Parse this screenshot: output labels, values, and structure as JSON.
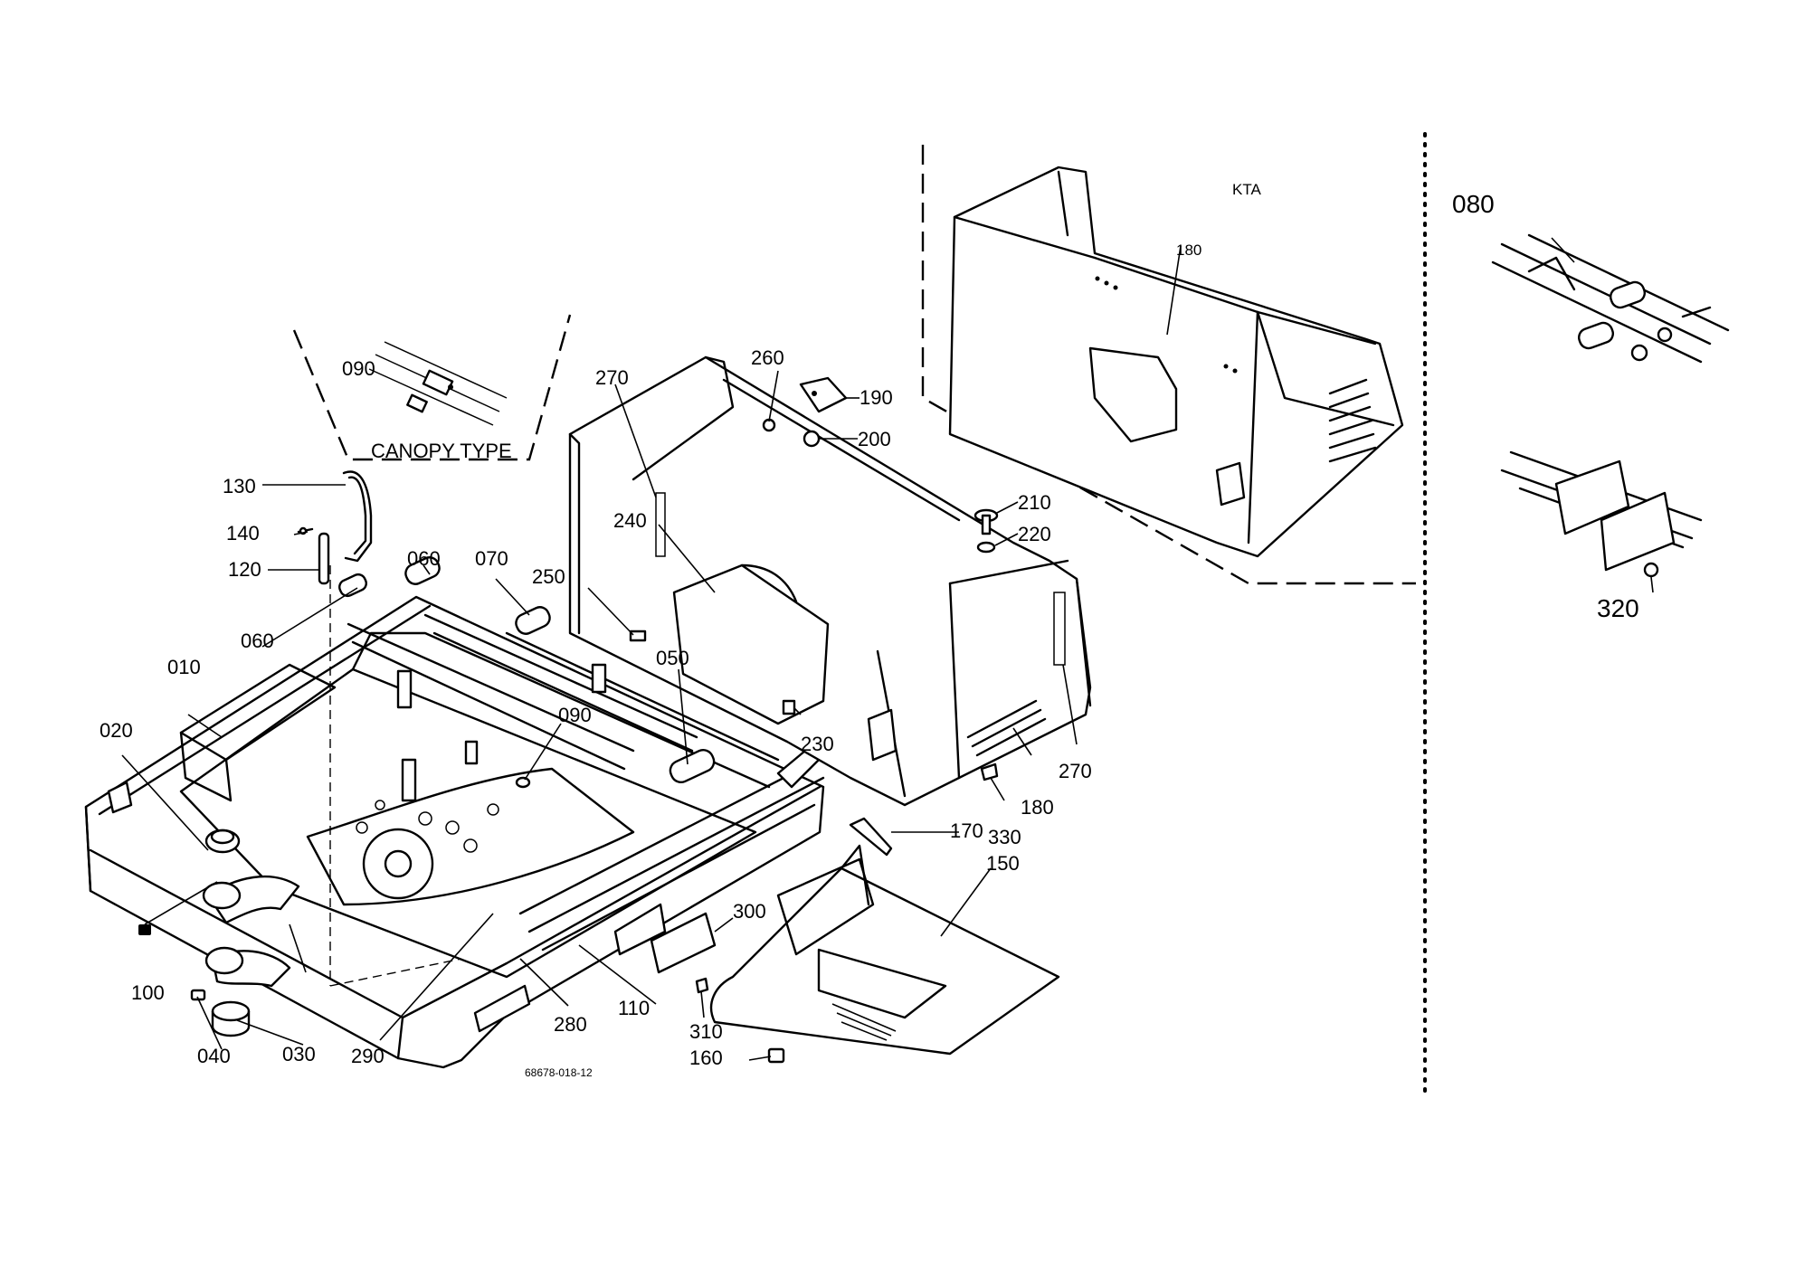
{
  "diagram": {
    "canopy_type_label": "CANOPY TYPE",
    "variant_label": "KTA",
    "drawing_number": "68678-018-12",
    "part_labels": {
      "p010": "010",
      "p020": "020",
      "p030": "030",
      "p040": "040",
      "p050": "050",
      "p060a": "060",
      "p060b": "060",
      "p070": "070",
      "p080": "080",
      "p090a": "090",
      "p090b": "090",
      "p100": "100",
      "p110": "110",
      "p120": "120",
      "p130": "130",
      "p140": "140",
      "p150": "150",
      "p160": "160",
      "p170": "170",
      "p180a": "180",
      "p180b": "180",
      "p190": "190",
      "p200": "200",
      "p210": "210",
      "p220": "220",
      "p230": "230",
      "p240": "240",
      "p250": "250",
      "p260": "260",
      "p270a": "270",
      "p270b": "270",
      "p280": "280",
      "p290": "290",
      "p300": "300",
      "p310": "310",
      "p320": "320",
      "p330": "330"
    }
  }
}
